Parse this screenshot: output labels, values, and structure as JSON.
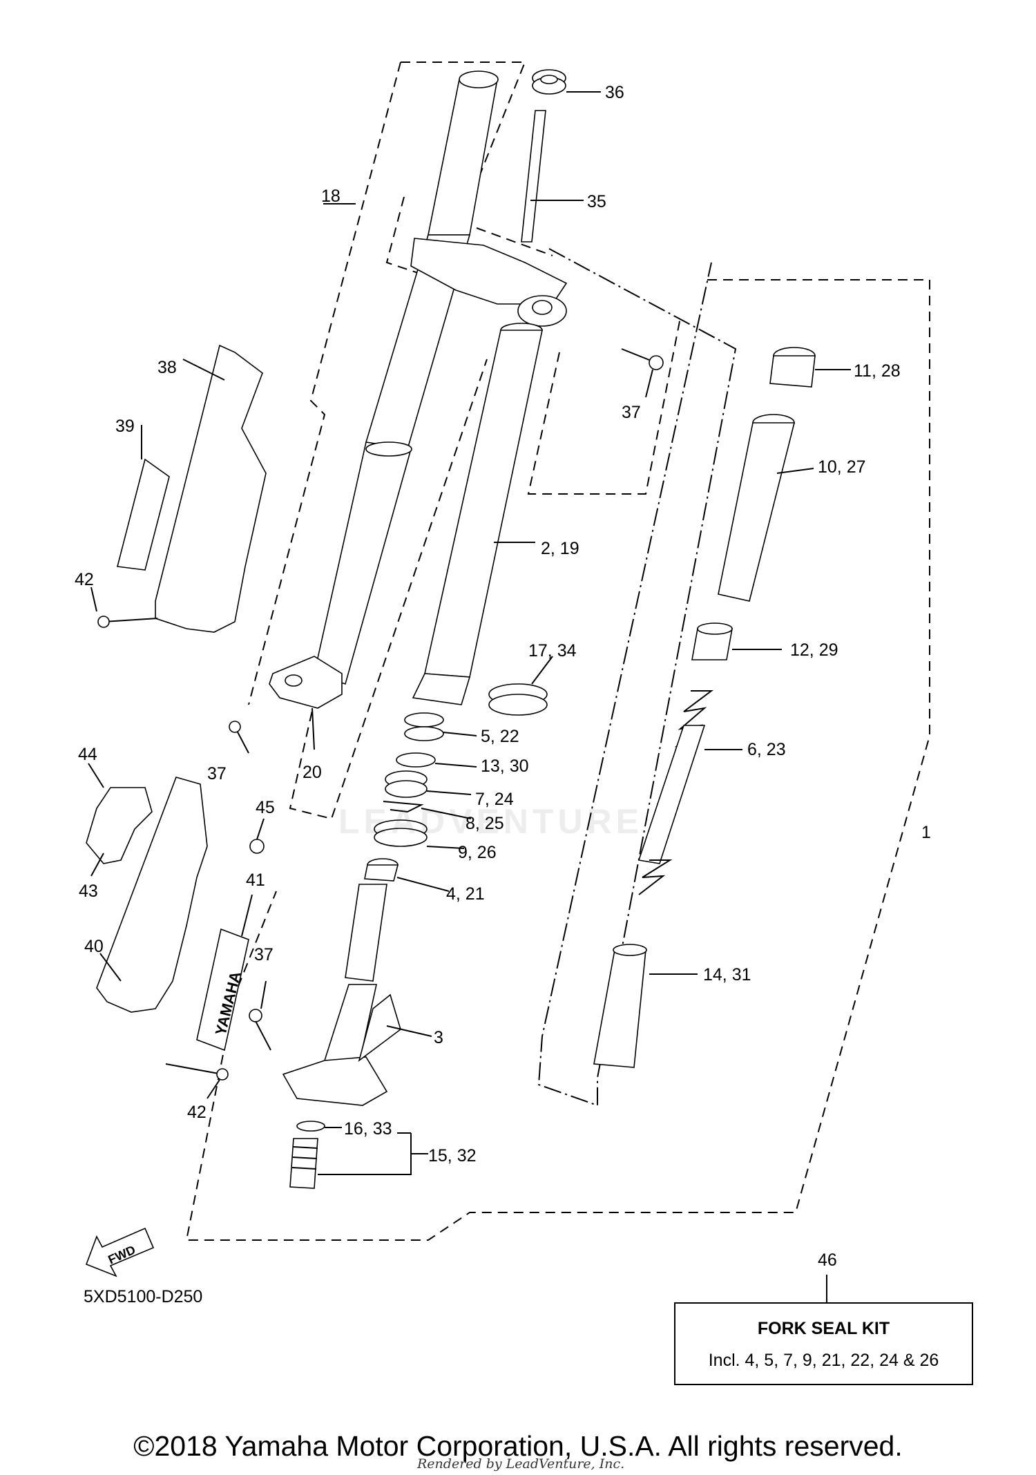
{
  "diagram_code": "5XD5100-D250",
  "fork_seal_kit": {
    "ref": "46",
    "title": "FORK SEAL KIT",
    "description": "Incl. 4, 5, 7, 9, 21, 22, 24 & 26"
  },
  "copyright": "©2018 Yamaha Motor Corporation, U.S.A. All rights reserved.",
  "rendered_by": "Rendered by LeadVenture, Inc.",
  "watermark": "LEADVENTURE",
  "decal_text": "YAMAHA",
  "fwd_arrow": "FWD",
  "part_labels": [
    {
      "id": "p36",
      "text": "36"
    },
    {
      "id": "p35",
      "text": "35"
    },
    {
      "id": "p18",
      "text": "18"
    },
    {
      "id": "p11",
      "text": "11, 28"
    },
    {
      "id": "p10",
      "text": "10, 27"
    },
    {
      "id": "p37a",
      "text": "37"
    },
    {
      "id": "p38",
      "text": "38"
    },
    {
      "id": "p39",
      "text": "39"
    },
    {
      "id": "p2",
      "text": "2, 19"
    },
    {
      "id": "p42a",
      "text": "42"
    },
    {
      "id": "p17",
      "text": "17, 34"
    },
    {
      "id": "p12",
      "text": "12, 29"
    },
    {
      "id": "p5",
      "text": "5, 22"
    },
    {
      "id": "p6",
      "text": "6, 23"
    },
    {
      "id": "p13",
      "text": "13, 30"
    },
    {
      "id": "p7",
      "text": "7, 24"
    },
    {
      "id": "p44",
      "text": "44"
    },
    {
      "id": "p37b",
      "text": "37"
    },
    {
      "id": "p20",
      "text": "20"
    },
    {
      "id": "p45",
      "text": "45"
    },
    {
      "id": "p8",
      "text": "8, 25"
    },
    {
      "id": "p1",
      "text": "1"
    },
    {
      "id": "p9",
      "text": "9, 26"
    },
    {
      "id": "p43",
      "text": "43"
    },
    {
      "id": "p41",
      "text": "41"
    },
    {
      "id": "p4",
      "text": "4, 21"
    },
    {
      "id": "p37c",
      "text": "37"
    },
    {
      "id": "p40",
      "text": "40"
    },
    {
      "id": "p14",
      "text": "14, 31"
    },
    {
      "id": "p3",
      "text": "3"
    },
    {
      "id": "p42b",
      "text": "42"
    },
    {
      "id": "p16",
      "text": "16, 33"
    },
    {
      "id": "p15",
      "text": "15, 32"
    },
    {
      "id": "p46",
      "text": "46"
    }
  ]
}
